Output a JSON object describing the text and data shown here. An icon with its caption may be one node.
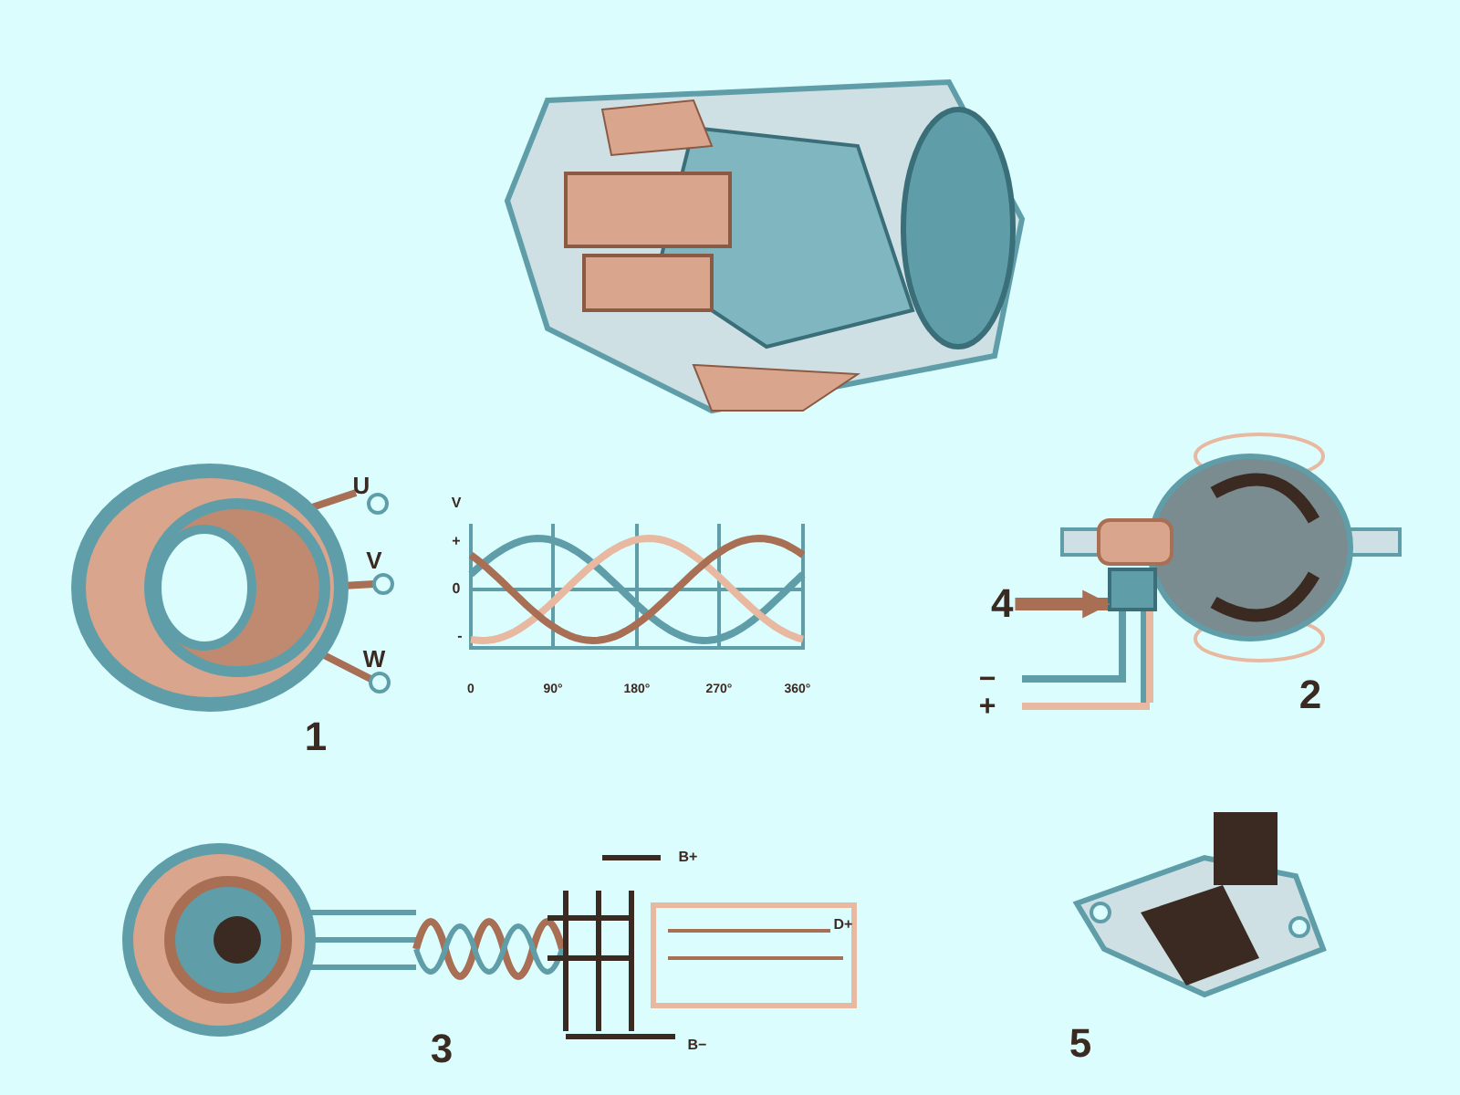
{
  "diagram": {
    "nodes": [
      {
        "text": [
          "4"
        ]
      },
      {
        "text": [],
        "shape": "box"
      }
    ],
    "edges": [
      {
        "from": 0,
        "to": 1,
        "arrow": "to"
      }
    ],
    "labels": [
      "U",
      "V",
      "W",
      "V",
      "+",
      "0",
      "-",
      "0",
      "90°",
      "180°",
      "270°",
      "360°",
      "1",
      "−",
      "+",
      "2",
      "B+",
      "D+",
      "B−",
      "3",
      "5"
    ]
  }
}
